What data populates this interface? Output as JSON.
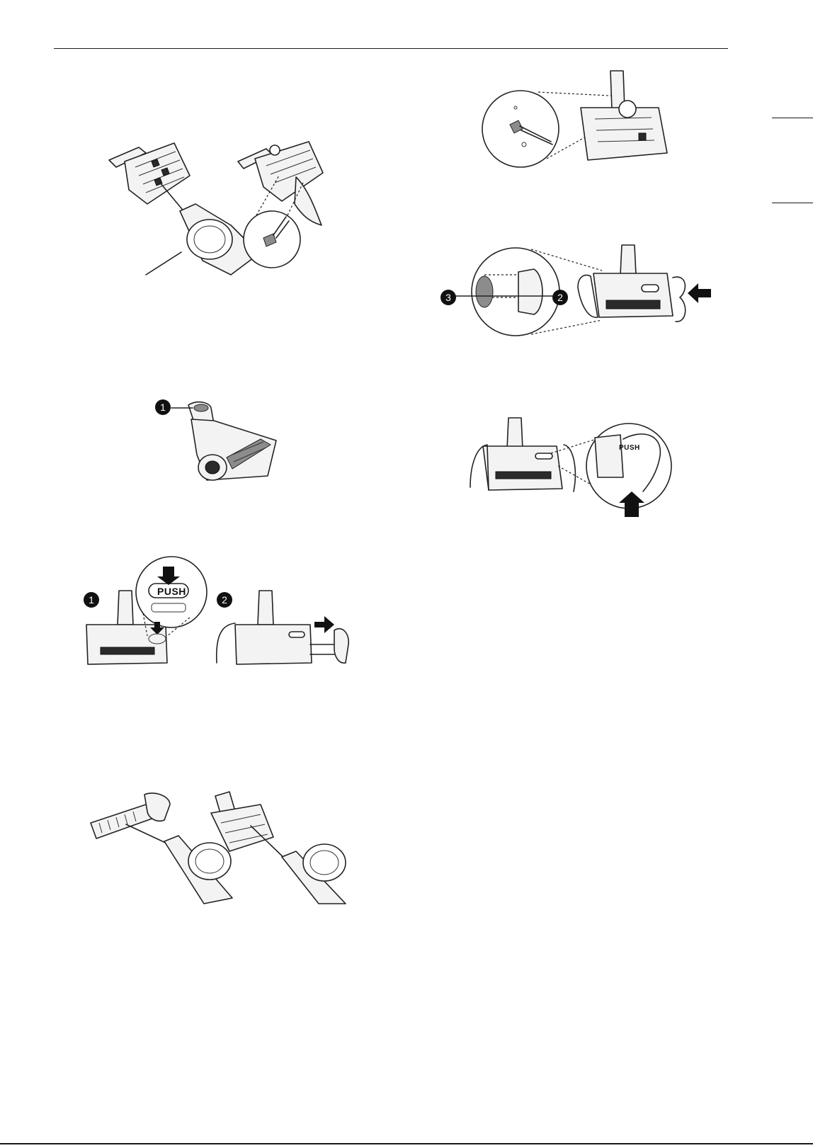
{
  "markers": {
    "n1": "1",
    "n2": "2",
    "n3": "3"
  },
  "labels": {
    "push": "PUSH"
  },
  "icons": {
    "callout_marker": "numbered-circle-icon",
    "direction_arrow": "arrow-icon"
  }
}
